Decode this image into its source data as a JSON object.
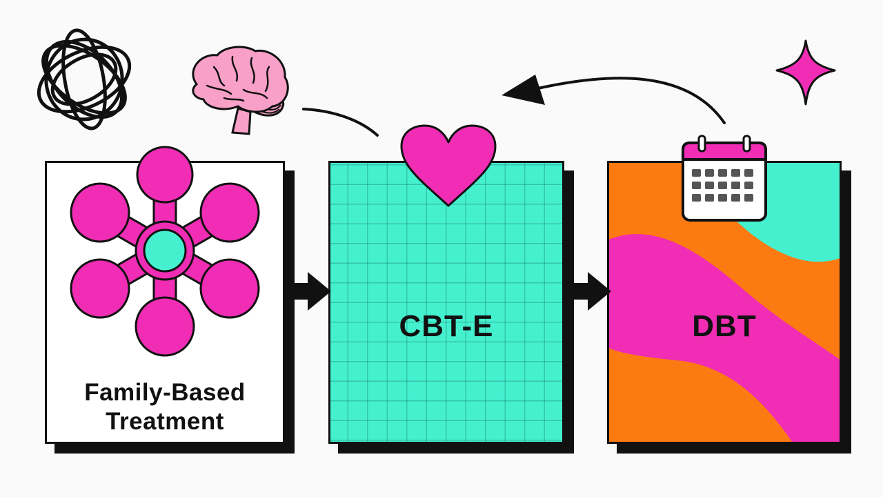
{
  "steps": [
    {
      "id": "fbt",
      "title_lines": [
        "Family-Based",
        "Treatment"
      ]
    },
    {
      "id": "cbte",
      "title": "CBT-E"
    },
    {
      "id": "dbt",
      "title": "DBT"
    }
  ],
  "icons": [
    "tangle-icon",
    "brain-icon",
    "sparkle-icon",
    "heart-icon",
    "calendar-icon",
    "network-icon"
  ],
  "colors": {
    "pink": "#f02db4",
    "teal": "#45f0cf",
    "orange": "#fb7a12",
    "ink": "#111111",
    "paper": "#fafafa"
  }
}
